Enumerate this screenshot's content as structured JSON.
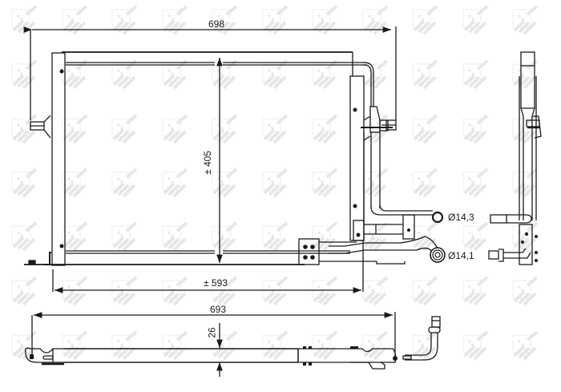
{
  "drawing": {
    "title": "Condenser technical drawing",
    "watermark": "NRF",
    "colors": {
      "line": "#1a1a1a",
      "watermark": "#e6e6e6",
      "background": "#ffffff"
    }
  },
  "dimensions": {
    "overall_width": "698",
    "core_height": "± 405",
    "core_width": "± 593",
    "bottom_width": "693",
    "thickness": "26"
  },
  "connections": {
    "upper_pipe_diameter": "Ø14,3",
    "lower_pipe_diameter": "Ø14,1"
  },
  "views": [
    {
      "name": "front-view"
    },
    {
      "name": "side-view"
    },
    {
      "name": "bottom-view"
    }
  ]
}
